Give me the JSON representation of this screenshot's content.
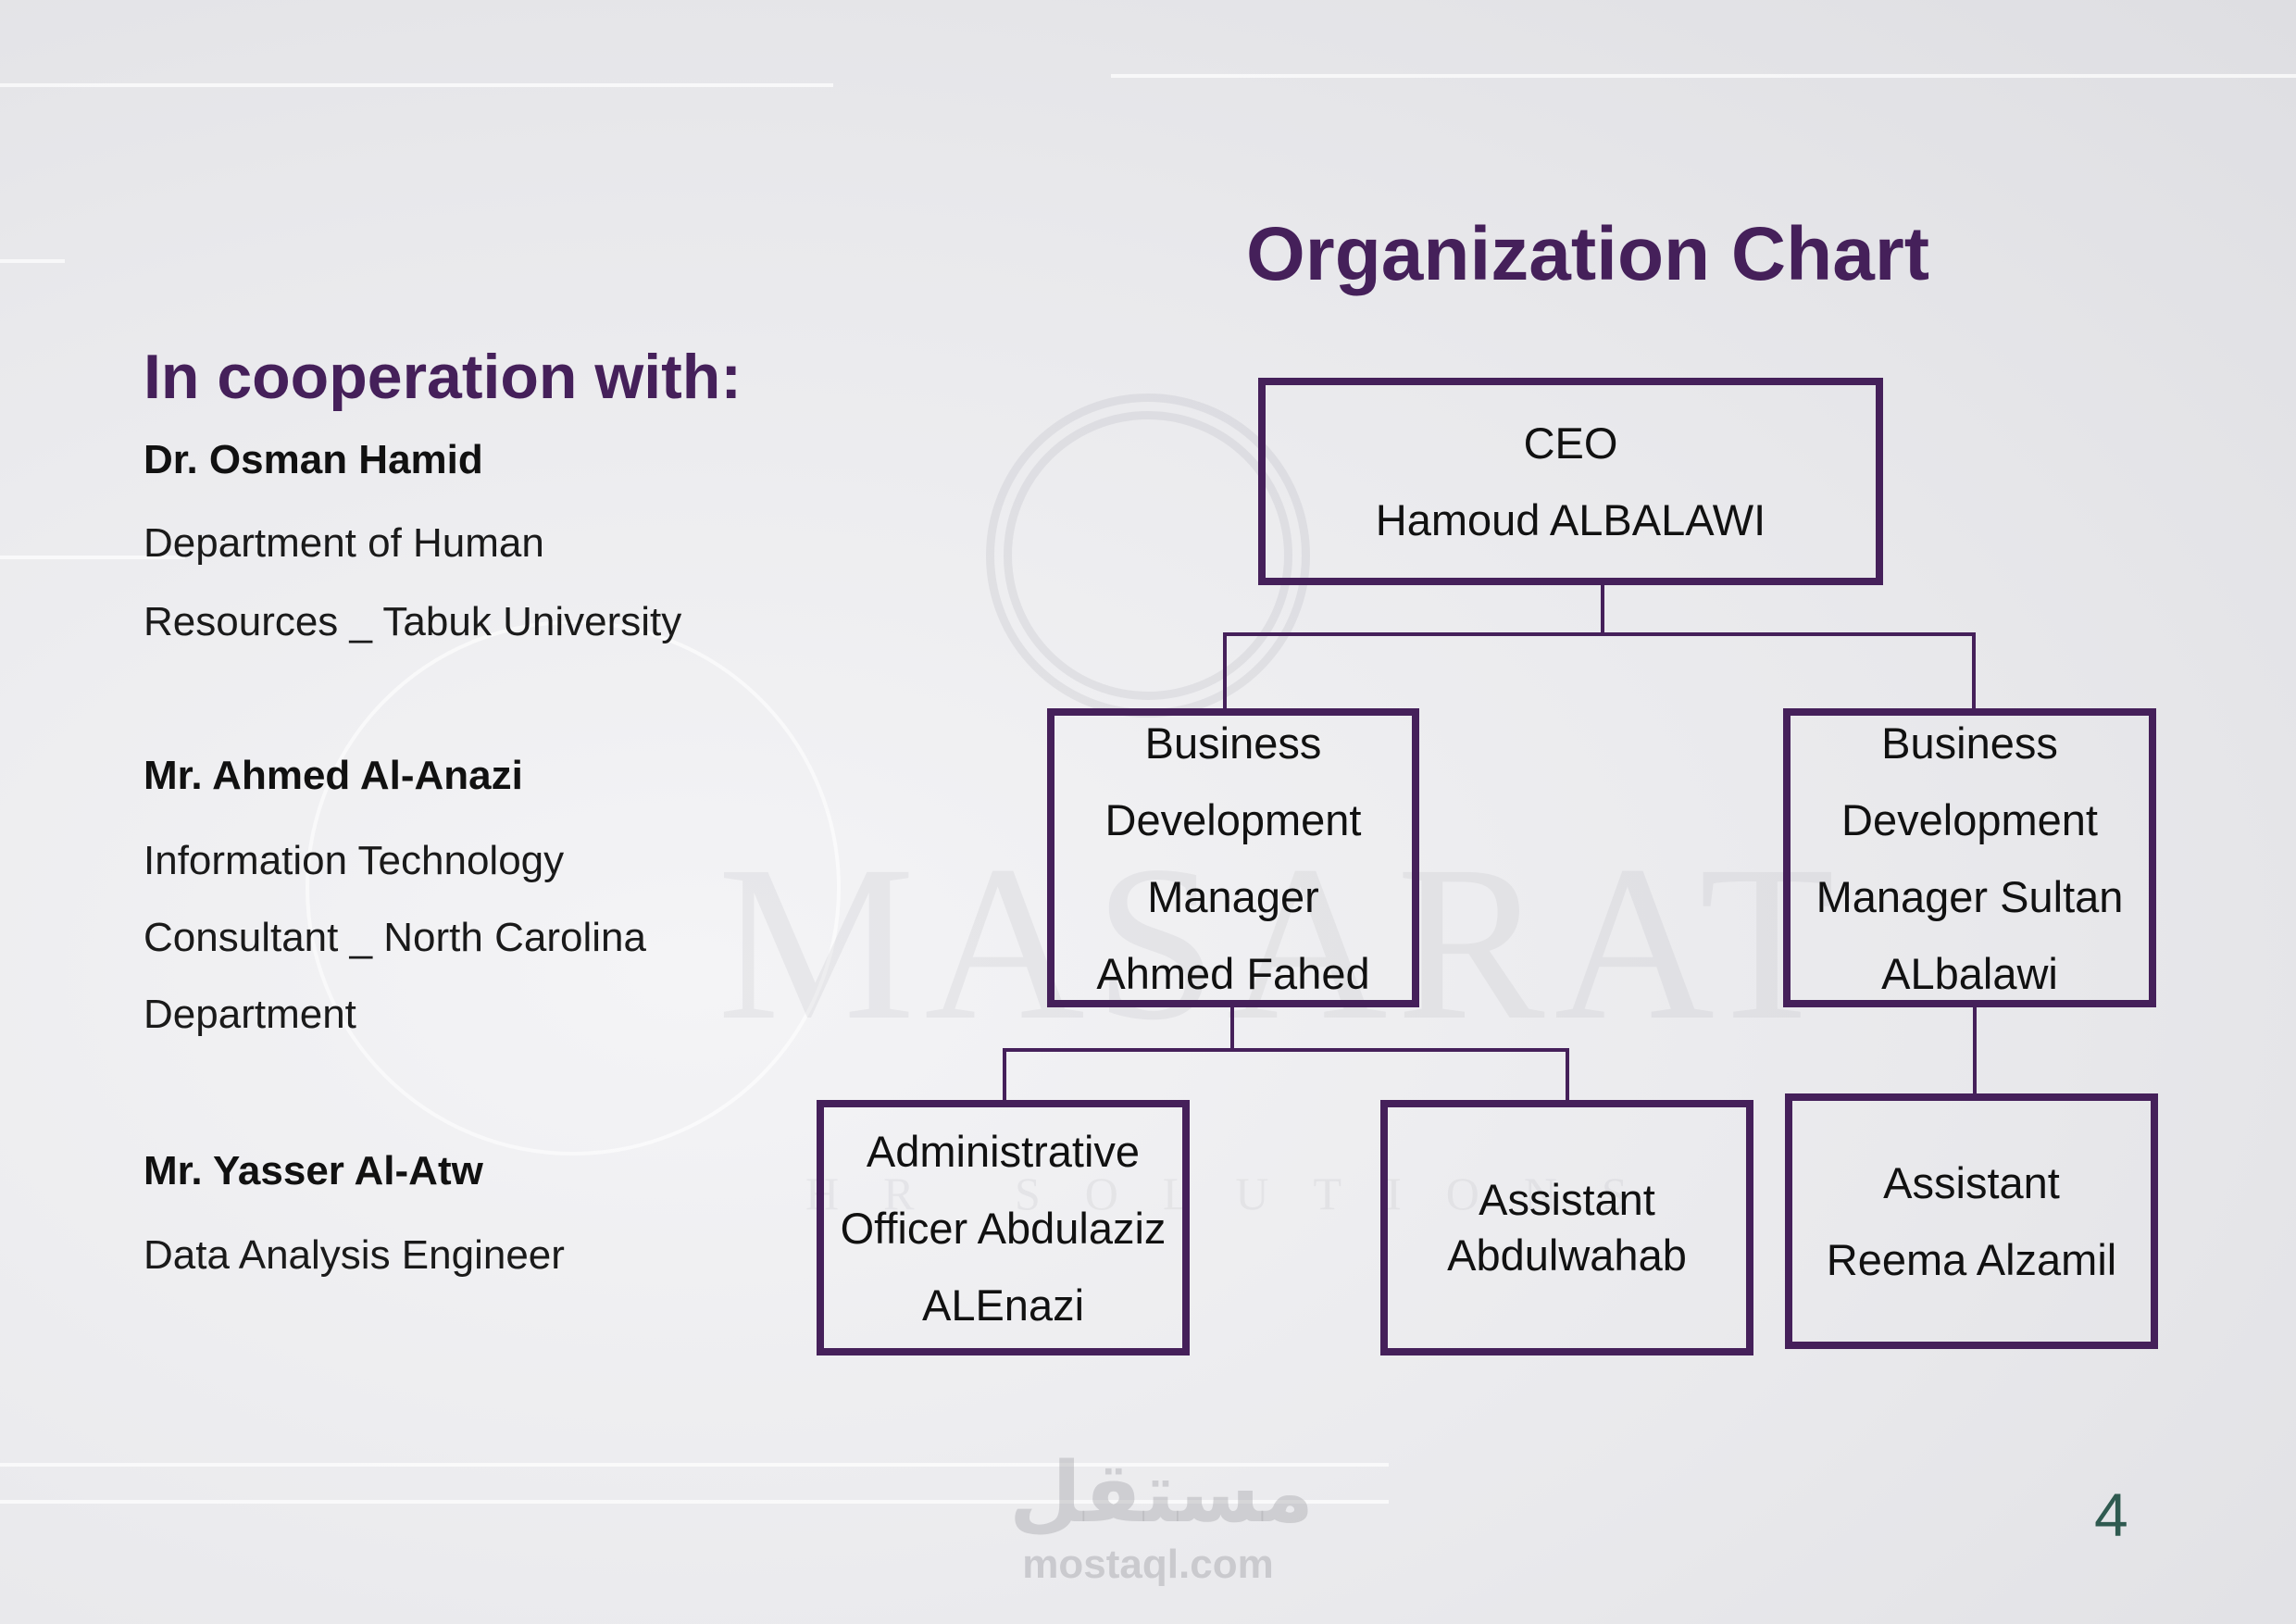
{
  "title": "Organization Chart",
  "cooperation": {
    "heading": "In cooperation with:",
    "people": [
      {
        "name": "Dr. Osman Hamid",
        "lines": [
          "Department of Human",
          "Resources _ Tabuk University"
        ]
      },
      {
        "name": "Mr. Ahmed Al-Anazi",
        "lines": [
          "Information Technology",
          "Consultant _ North Carolina",
          "Department"
        ]
      },
      {
        "name": "Mr. Yasser Al-Atw",
        "lines": [
          "Data Analysis Engineer"
        ]
      }
    ]
  },
  "org": {
    "ceo": [
      "CEO",
      "Hamoud ALBALAWI"
    ],
    "bdm1": [
      "Business",
      "Development",
      "Manager",
      "Ahmed Fahed"
    ],
    "bdm2": [
      "Business",
      "Development",
      "Manager Sultan",
      "ALbalawi"
    ],
    "admin": [
      "Administrative",
      "Officer Abdulaziz",
      "ALEnazi"
    ],
    "asst1": [
      "Assistant",
      "Abdulwahab"
    ],
    "asst2": [
      "Assistant",
      "Reema Alzamil"
    ]
  },
  "watermark": {
    "logo": "MASARAT",
    "sub": "HR SOLUTIONS",
    "site_ar": "مستقل",
    "site": "mostaql.com"
  },
  "page_number": "4",
  "colors": {
    "accent": "#45205a",
    "page_number": "#2f5a50"
  }
}
